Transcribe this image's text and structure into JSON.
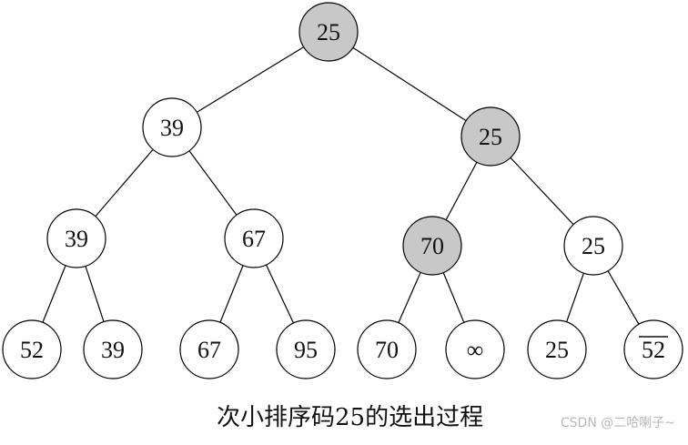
{
  "diagram": {
    "colors": {
      "highlight_fill": "#c8c8c8",
      "normal_fill": "#ffffff",
      "stroke": "#000000"
    },
    "nodes": [
      {
        "id": "n1",
        "label": "25",
        "highlighted": true
      },
      {
        "id": "n2",
        "label": "39",
        "highlighted": false
      },
      {
        "id": "n3",
        "label": "25",
        "highlighted": true
      },
      {
        "id": "n4",
        "label": "39",
        "highlighted": false
      },
      {
        "id": "n5",
        "label": "67",
        "highlighted": false
      },
      {
        "id": "n6",
        "label": "70",
        "highlighted": true
      },
      {
        "id": "n7",
        "label": "25",
        "highlighted": false
      },
      {
        "id": "n8",
        "label": "52",
        "highlighted": false
      },
      {
        "id": "n9",
        "label": "39",
        "highlighted": false
      },
      {
        "id": "n10",
        "label": "67",
        "highlighted": false
      },
      {
        "id": "n11",
        "label": "95",
        "highlighted": false
      },
      {
        "id": "n12",
        "label": "70",
        "highlighted": false
      },
      {
        "id": "n13",
        "label": "∞",
        "highlighted": false
      },
      {
        "id": "n14",
        "label": "25",
        "highlighted": false
      },
      {
        "id": "n15",
        "label": "52",
        "highlighted": false,
        "overline": true
      }
    ],
    "edges": [
      [
        "n1",
        "n2"
      ],
      [
        "n1",
        "n3"
      ],
      [
        "n2",
        "n4"
      ],
      [
        "n2",
        "n5"
      ],
      [
        "n3",
        "n6"
      ],
      [
        "n3",
        "n7"
      ],
      [
        "n4",
        "n8"
      ],
      [
        "n4",
        "n9"
      ],
      [
        "n5",
        "n10"
      ],
      [
        "n5",
        "n11"
      ],
      [
        "n6",
        "n12"
      ],
      [
        "n6",
        "n13"
      ],
      [
        "n7",
        "n14"
      ],
      [
        "n7",
        "n15"
      ]
    ]
  },
  "caption": "次小排序码25的选出过程",
  "watermark": "CSDN @二哈喇子~"
}
